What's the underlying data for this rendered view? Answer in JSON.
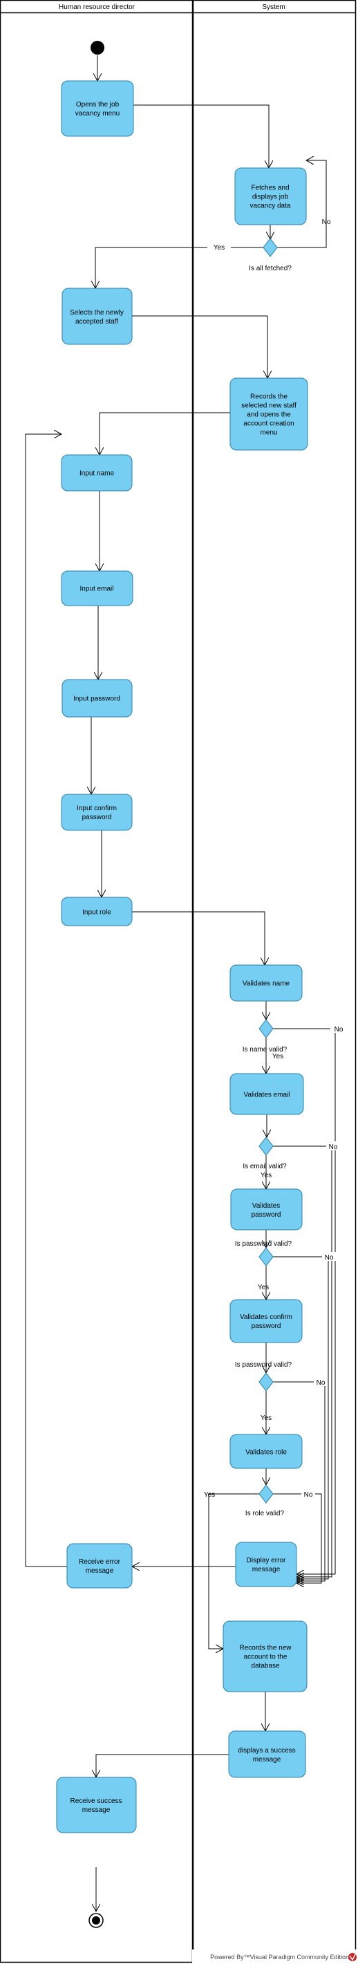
{
  "colors": {
    "node_fill": "#76CEF2",
    "node_stroke": "#2c7fa8",
    "line": "#000000",
    "brand_icon": "#cc2222"
  },
  "swimlanes": {
    "left": "Human resource director",
    "right": "System"
  },
  "nodes": {
    "open_vacancy": [
      "Opens the job",
      "vacancy menu"
    ],
    "fetch_data": [
      "Fetches and",
      "displays job",
      "vacancy data"
    ],
    "select_staff": [
      "Selects the newly",
      "accepted staff"
    ],
    "record_staff": [
      "Records the",
      "selected new staff",
      "and opens the",
      "account creation",
      "menu"
    ],
    "input_name": [
      "Input name"
    ],
    "input_email": [
      "Input email"
    ],
    "input_password": [
      "Input password"
    ],
    "input_confirm": [
      "Input confirm",
      "password"
    ],
    "input_role": [
      "Input role"
    ],
    "validate_name": [
      "Validates name"
    ],
    "validate_email": [
      "Validates email"
    ],
    "validate_password": [
      "Validates",
      "password"
    ],
    "validate_confirm": [
      "Validates confirm",
      "password"
    ],
    "validate_role": [
      "Validates role"
    ],
    "display_error": [
      "Display error",
      "message"
    ],
    "receive_error": [
      "Receive error",
      "message"
    ],
    "record_account": [
      "Records the new",
      "account to the",
      "database"
    ],
    "display_success": [
      "displays a success",
      "message"
    ],
    "receive_success": [
      "Receive success",
      "message"
    ]
  },
  "decisions": {
    "all_fetched": "Is all fetched?",
    "name_valid": "Is name valid?",
    "email_valid": "Is email valid?",
    "password_valid": "Is password valid?",
    "confirm_valid": "Is password valid?",
    "role_valid": "Is role valid?"
  },
  "edge_labels": {
    "yes": "Yes",
    "no": "No"
  },
  "footer": "Powered By™Visual Paradigm Community Edition"
}
